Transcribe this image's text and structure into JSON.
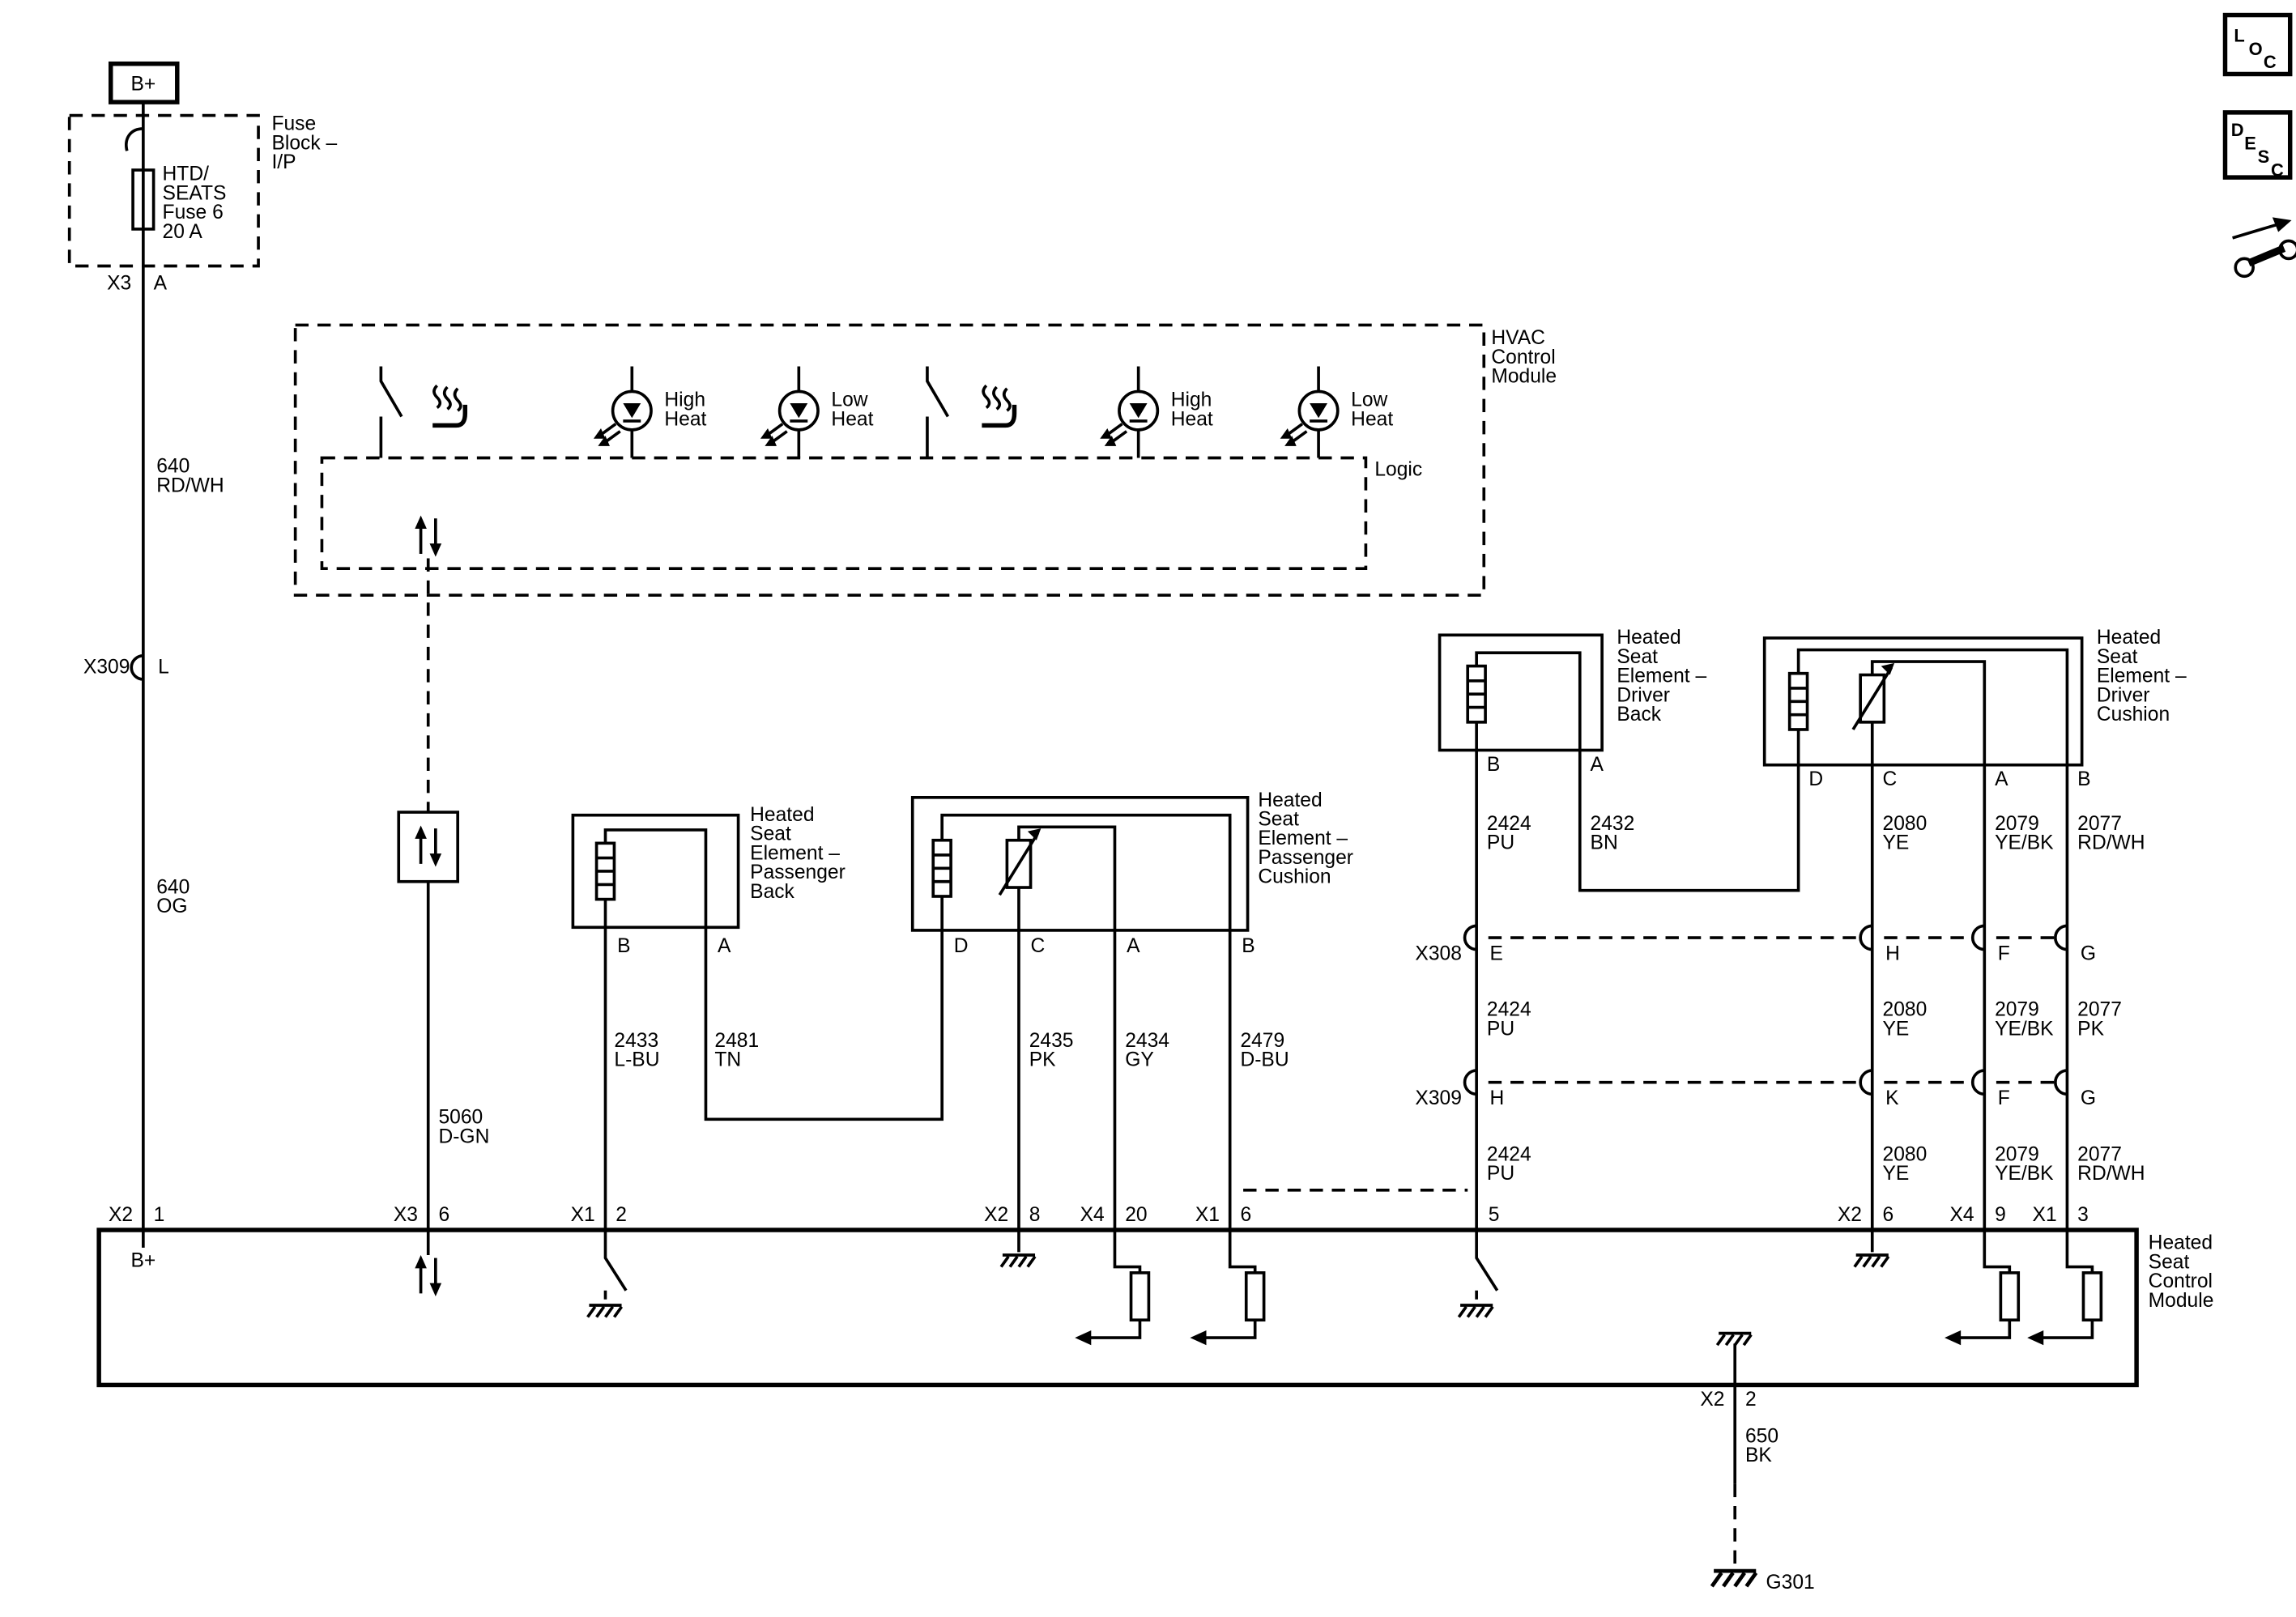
{
  "corner": {
    "loc_letters": [
      "L",
      "O",
      "C"
    ],
    "desc_letters": [
      "D",
      "E",
      "S",
      "C"
    ]
  },
  "power": {
    "bplus": "B+",
    "fuse_block_label": [
      "Fuse",
      "Block –",
      "I/P"
    ],
    "fuse_label": [
      "HTD/",
      "SEATS",
      "Fuse 6",
      "20 A"
    ],
    "x3": {
      "conn": "X3",
      "pin": "A"
    },
    "w640a": [
      "640",
      "RD/WH"
    ],
    "x309": {
      "conn": "X309",
      "pin": "L"
    },
    "w640b": [
      "640",
      "OG"
    ]
  },
  "hvac": {
    "label": [
      "HVAC",
      "Control",
      "Module"
    ],
    "logic": "Logic",
    "ind": [
      [
        "High",
        "Heat"
      ],
      [
        "Low",
        "Heat"
      ],
      [
        "High",
        "Heat"
      ],
      [
        "Low",
        "Heat"
      ]
    ]
  },
  "serial_wire": [
    "5060",
    "D-GN"
  ],
  "pass_back": {
    "label": [
      "Heated",
      "Seat",
      "Element –",
      "Passenger",
      "Back"
    ],
    "pins": [
      "B",
      "A"
    ],
    "w_b": [
      "2433",
      "L-BU"
    ],
    "w_a": [
      "2481",
      "TN"
    ]
  },
  "pass_cush": {
    "label": [
      "Heated",
      "Seat",
      "Element –",
      "Passenger",
      "Cushion"
    ],
    "pins": [
      "D",
      "C",
      "A",
      "B"
    ],
    "w_c": [
      "2435",
      "PK"
    ],
    "w_a": [
      "2434",
      "GY"
    ],
    "w_b": [
      "2479",
      "D-BU"
    ]
  },
  "drv_back": {
    "label": [
      "Heated",
      "Seat",
      "Element –",
      "Driver",
      "Back"
    ],
    "pins": [
      "B",
      "A"
    ],
    "w_b": [
      "2424",
      "PU"
    ],
    "w_a": [
      "2432",
      "BN"
    ]
  },
  "drv_cush": {
    "label": [
      "Heated",
      "Seat",
      "Element –",
      "Driver",
      "Cushion"
    ],
    "pins": [
      "D",
      "C",
      "A",
      "B"
    ],
    "w_c": [
      "2080",
      "YE"
    ],
    "w_a": [
      "2079",
      "YE/BK"
    ],
    "w_b": [
      "2077",
      "RD/WH"
    ]
  },
  "x308_row": {
    "name": "X308",
    "pins": [
      "E",
      "H",
      "F",
      "G"
    ]
  },
  "x309_row": {
    "name": "X309",
    "pins": [
      "H",
      "K",
      "F",
      "G"
    ]
  },
  "mid_wires": [
    [
      "2424",
      "PU"
    ],
    [
      "2080",
      "YE"
    ],
    [
      "2079",
      "YE/BK"
    ],
    [
      "2077",
      "PK"
    ]
  ],
  "low_wires": [
    [
      "2424",
      "PU"
    ],
    [
      "2080",
      "YE"
    ],
    [
      "2079",
      "YE/BK"
    ],
    [
      "2077",
      "RD/WH"
    ]
  ],
  "module": {
    "label": [
      "Heated",
      "Seat",
      "Control",
      "Module"
    ],
    "bplus": "B+",
    "pins": [
      {
        "conn": "X2",
        "num": "1"
      },
      {
        "conn": "X3",
        "num": "6"
      },
      {
        "conn": "X1",
        "num": "2"
      },
      {
        "conn": "X2",
        "num": "8"
      },
      {
        "conn": "X4",
        "num": "20"
      },
      {
        "conn": "X1",
        "num": "6"
      },
      {
        "conn": "",
        "num": "5"
      },
      {
        "conn": "X2",
        "num": "6"
      },
      {
        "conn": "X4",
        "num": "9"
      },
      {
        "conn": "X1",
        "num": "3"
      }
    ],
    "out": {
      "conn": "X2",
      "num": "2"
    }
  },
  "gnd": {
    "wire": [
      "650",
      "BK"
    ],
    "name": "G301"
  }
}
